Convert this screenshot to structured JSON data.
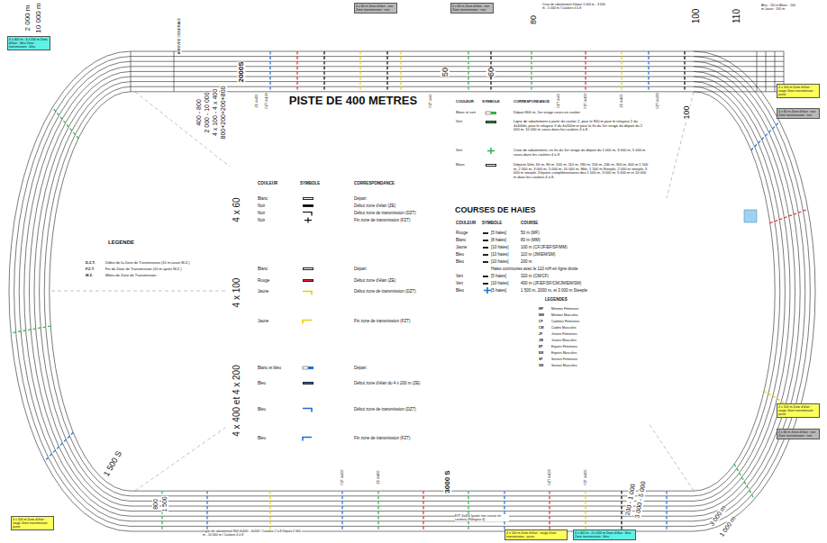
{
  "diagram": {
    "title": "PISTE DE 400 METRES",
    "nodes": [
      {
        "text": [
          "4 x 60 m Zone d'élan : noir Zone transmission : noir"
        ]
      },
      {
        "text": [
          "4 x 60 m Zone d'élan : noir Zone transmission : noir"
        ]
      },
      {
        "text": [
          "4 x 400 m - 4 x 200 m Zone d'élan : bleu Zone transmission : bleu"
        ]
      },
      {
        "text": [
          "4 x 100 m Zone d'élan : rouge Zone transmission : jaune"
        ]
      },
      {
        "text": [
          "4 x 60 m Zone d'élan : noir Zone transmission : noir"
        ]
      },
      {
        "text": [
          "4 x 100 m Zone d'élan : rouge Zone transmission : jaune"
        ]
      },
      {
        "text": [
          "4 x 60 m Zone d'élan : noir Zone transmission : noir"
        ]
      },
      {
        "text": [
          "4 x 100 m Zone d'élan : rouge Zone transmission : jaune"
        ]
      },
      {
        "text": [
          "4 x 100 m Zone d'élan : rouge Zone transmission : jaune"
        ]
      },
      {
        "text": [
          "4 x 400 m - 4 x 200 m Zone d'élan : bleu Zone transmission : bleu"
        ]
      }
    ],
    "labels": [
      "COULEUR",
      "SYMBOLE",
      "CORRESPONDANCE",
      "4 x 60",
      "Blanc",
      "Noir",
      "Noir",
      "Noir",
      "4 x 100",
      "Blanc",
      "Rouge",
      "Jaune",
      "Jaune",
      "4 x 400 et 4 x 200",
      "Blanc et bleu",
      "Bleu",
      "Bleu",
      "Bleu",
      "COULEUR",
      "SYMBOLE",
      "CORRESPONDANCE",
      "Blanc et vert",
      "Vert",
      "Vert",
      "Blanc",
      "COURSES DE HAIES",
      "COULEUR",
      "SYMBOLE",
      "COURSE",
      "Rouge",
      "Blanc",
      "Jaune",
      "Bleu",
      "Bleu",
      "Vert",
      "Vert",
      "Bleu",
      "[5 haies]",
      "[8 haies]",
      "[10 haies]",
      "[10 haies]",
      "[10 haies]",
      "Haies communes avec le 110 mH en ligne droite",
      "[5 haies]",
      "[10 haies]",
      "[5 haies]",
      "LEGENDE",
      "D.Z.T.",
      "Début de la Zone de Transmission (10 m avant M.Z.)",
      "F.Z.T.",
      "Fin de Zone de Transmission (10 m après M.Z.)",
      "M.Z.",
      "Milieu de Zone de Transmission",
      "LEGENDES",
      "MF",
      "Minimes Féminines",
      "MM",
      "Minimes Masculins",
      "CF",
      "Cadettes Féminines",
      "CM",
      "Cadets Masculins",
      "JF",
      "Juniors Féminines",
      "JM",
      "Juniors Masculins",
      "EF",
      "Espoirs Féminines",
      "EM",
      "Espoirs Masculins",
      "SF",
      "Seniors Féminines",
      "SM",
      "Seniors Masculins",
      "2 000 m",
      "10 000 m",
      "ARRIVEE GENERALE",
      "400 - 800",
      "2 000 - 10 000",
      "4 x 100 - 4 x 400",
      "800+200+200+800",
      "2000S",
      "50",
      "60",
      "80",
      "100",
      "110",
      "100",
      "1 500 S",
      "800",
      "1 500",
      "3000 S",
      "200 - 1 000",
      "3 000 - 5 000",
      "3 000 m",
      "1 000 m",
      "Ligne de rabattement 800 4x400 - 4x200 / Couloirs 2 à 8 Départ 2 000 m - 10 000 m / Couloirs 4 à 8",
      "FZT 4x400 (partie non courue en couloirs) (Relayeur 4)",
      "Croix de rabattement Départ 1 000 m - 3 000 m - 5 000 m / Couloirs 4 à 8",
      "Bleu : 110 m Blanc : 100 m Jaune : 100 m",
      "ZE 4x400",
      "DZT 4x100",
      "FZT 4x60",
      "DZT 4x60",
      "FZT 4x100",
      "ZE 4x100",
      "DZT 4x400",
      "FZT 4x400",
      "ZE 4x100",
      "DZT 4x100",
      "FZT 4x100"
    ],
    "legend": [
      {
        "text": "Départ",
        "color": "#ffffff"
      },
      {
        "text": "Début zone d'élan (ZE)",
        "color": "#000000"
      },
      {
        "text": "Début zone de transmission (DZT)"
      },
      {
        "text": "Fin zone de transmission (FZT)"
      },
      {
        "text": "Départ",
        "color": "#ffffff"
      },
      {
        "text": "Début zone d'élan (ZE)",
        "color": "#e8262b"
      },
      {
        "text": "Début zone de transmission (DZT)"
      },
      {
        "text": "Fin zone de transmission (FZT)"
      },
      {
        "text": "Départ"
      },
      {
        "text": "Début zone d'élan du 4 x 200 m (ZE)",
        "color": "#1f6fd1"
      },
      {
        "text": "Début zone de transmission (DZT)"
      },
      {
        "text": "Fin zone de transmission (FZT)"
      },
      {
        "text": "Départ 800 m, 1er virage couru en couloir"
      },
      {
        "text": "Ligne de rabattement à partir du couloir 2, pour le 800 m pour le relayeur 2 du 4x400m, pour le relayeur 3 du 4x200m et pour la fin du 1er virage du départ du 2 000 m, 10 000 m couru dans les couloirs 4 à 8.",
        "color": "#2bb34a"
      },
      {
        "text": "Croix de rabattement, en fin du 1er virage du départ du 1 000 m, 3 000 m, 5 000 m couru dans les couloirs 4 à 8."
      },
      {
        "text": "Départs 50m, 60 m, 80 m, 100 m, 110 m, 180 m, 200 m, 240 m, 300 m, 400 m 1 500 m, 2 000 m, 3 000 m, 5 000 m, 10 000 m, Mile, 1 500 m Steeple, 2 000 m steeple, 3 000 m steeple. Départs complémentaires des 2 000 m, 3 000 m, 5 000 m et 10 000 m dans les couloirs 4 à 8.",
        "color": "#ffffff"
      },
      {
        "text": "50 m (MF)",
        "color": "#e8262b"
      },
      {
        "text": "80 m (MM)",
        "color": "#ffffff"
      },
      {
        "text": "100 m (CF/JF/EF/SF/MM)",
        "color": "#f2e400"
      },
      {
        "text": "110 m (JM/EM/SM)",
        "color": "#1f6fd1"
      },
      {
        "text": "200 m",
        "color": "#1f6fd1"
      },
      {
        "text": "320 m (CM/CF)",
        "color": "#2bb34a"
      },
      {
        "text": "400 m (JF/EF/SF/CM/JM/EM/SM)",
        "color": "#2bb34a"
      },
      {
        "text": "1 500 m, 2000 m, et 3 000 m Steeple"
      }
    ]
  }
}
